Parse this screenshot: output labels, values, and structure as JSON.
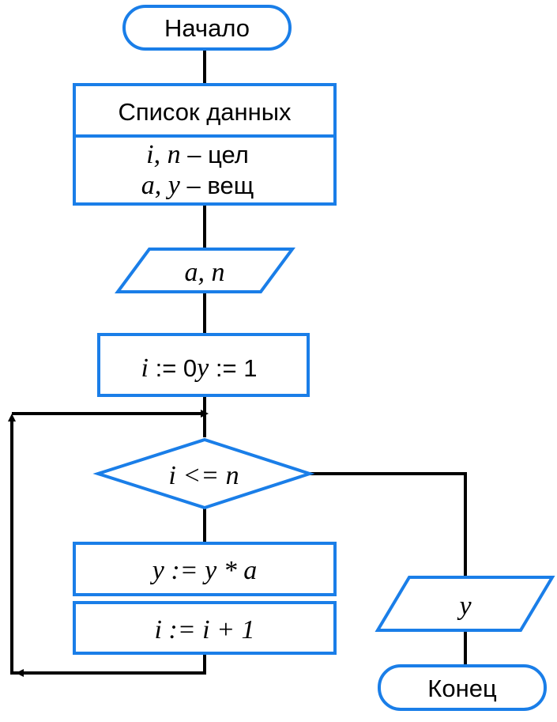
{
  "colors": {
    "shape_stroke": "#1a7ee8",
    "line": "#000000",
    "text": "#000000",
    "background": "#ffffff"
  },
  "start": {
    "label": "Начало"
  },
  "data_list": {
    "header": "Список данных",
    "decl1": {
      "vars": "i, n",
      "type": " – цел"
    },
    "decl2": {
      "vars": "a, y",
      "type": " – вещ"
    }
  },
  "input": {
    "vars": "a, n"
  },
  "init": {
    "i_var": "i",
    "i_assign": " := 0",
    "y_var": "y",
    "y_assign": " := 1"
  },
  "condition": {
    "expr": "i <= n"
  },
  "body1": {
    "expr": "y := y * a"
  },
  "body2": {
    "expr": "i := i + 1"
  },
  "output": {
    "vars": "y"
  },
  "end": {
    "label": "Конец"
  }
}
